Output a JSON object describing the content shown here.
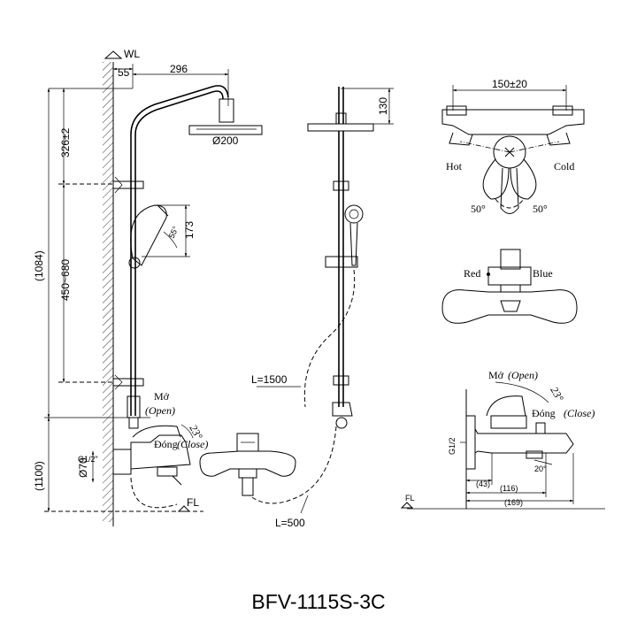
{
  "model": "BFV-1115S-3C",
  "left_view": {
    "wall_label": "WL",
    "floor_label": "FL",
    "dim_55": "55",
    "dim_296": "296",
    "dim_326": "326±2",
    "dim_450_680": "450~680",
    "dim_1084": "(1084)",
    "dim_1100": "(1100)",
    "dim_diameter_200": "Ø200",
    "dim_173": "173",
    "dim_55deg": "55°",
    "dim_d70": "Ø70",
    "dim_g12": "G1/2\"",
    "label_open": "Mở",
    "label_open_en": "(Open)",
    "label_close": "Đóng",
    "label_close_en": "(Close)",
    "angle_23": "23°"
  },
  "front_view": {
    "dim_130": "130",
    "hose_1500": "L=1500",
    "hose_500": "L=500"
  },
  "top_view": {
    "dim_150": "150±20",
    "label_hot": "Hot",
    "label_cold": "Cold",
    "angle_left": "50°",
    "angle_right": "50°"
  },
  "mixer_front": {
    "label_red": "Red",
    "label_blue": "Blue"
  },
  "mixer_side": {
    "label_open": "Mở",
    "label_open_en": "(Open)",
    "label_close": "Đóng",
    "label_close_en": "(Close)",
    "angle_23": "23°",
    "angle_20": "20°",
    "dim_g12": "G1/2",
    "dim_43": "(43)",
    "dim_116": "(116)",
    "dim_169": "(169)",
    "floor_label": "FL"
  },
  "colors": {
    "line": "#000000",
    "background": "#ffffff"
  }
}
